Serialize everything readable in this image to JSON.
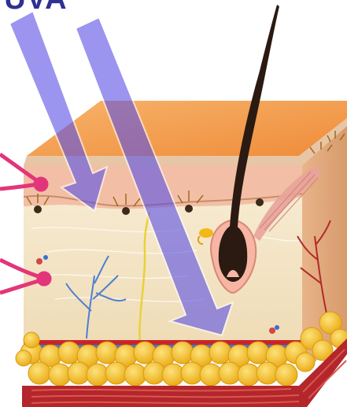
{
  "title_fragment": "- UVA",
  "colors": {
    "uva_arrow": "#5a50e6",
    "pointer_arrow": "#e3357a",
    "title": "#2e3192",
    "epidermis_top": "#f4a85c",
    "dermis": "#f3e5c8",
    "fat": "#f5c21e",
    "muscle": "#b3262b",
    "hair": "#2a1a12"
  },
  "icons": [
    "uva-ray-short",
    "uva-ray-long",
    "pointer-epidermis",
    "pointer-dermis",
    "hair",
    "hair-follicle",
    "sebaceous-gland",
    "arrector-pili-muscle",
    "blood-vessels",
    "nerve-fibers",
    "fat-cells",
    "muscle-layer",
    "melanocytes"
  ]
}
